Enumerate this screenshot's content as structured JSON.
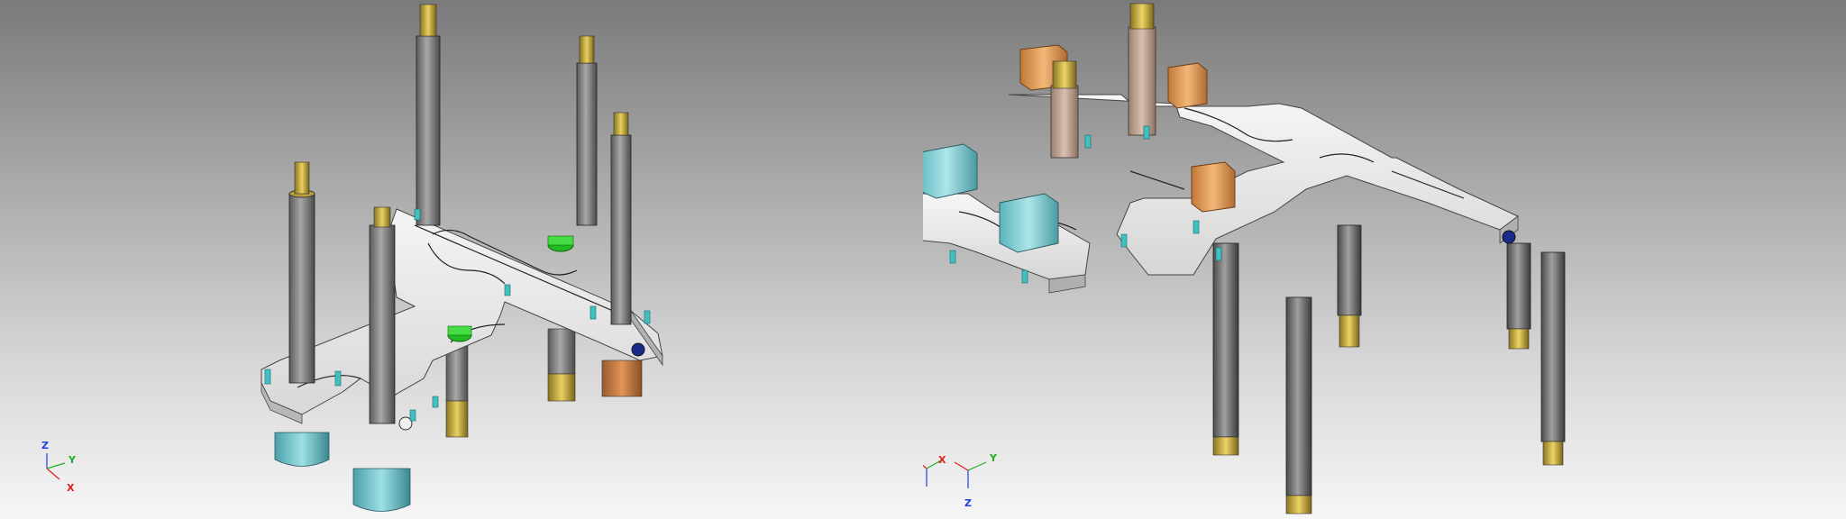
{
  "viewports": [
    {
      "id": "left",
      "triad": {
        "x_label": "X",
        "y_label": "Y",
        "z_label": "Z"
      }
    },
    {
      "id": "right",
      "triad": {
        "x_label": "X",
        "y_label": "Y",
        "z_label": "Z"
      }
    }
  ],
  "colors": {
    "background_top": "#7a7a7a",
    "background_bottom": "#f6f6f6",
    "plate": "#e6e6e6",
    "column": "#8a8a8a",
    "copper": "#c87941",
    "teal_module": "#7fd0d8",
    "orange_module": "#e8a86a",
    "green_cap": "#33cc33",
    "gold_cap": "#c8b030",
    "axis_x": "#e02020",
    "axis_y": "#20b020",
    "axis_z": "#2040e0"
  }
}
